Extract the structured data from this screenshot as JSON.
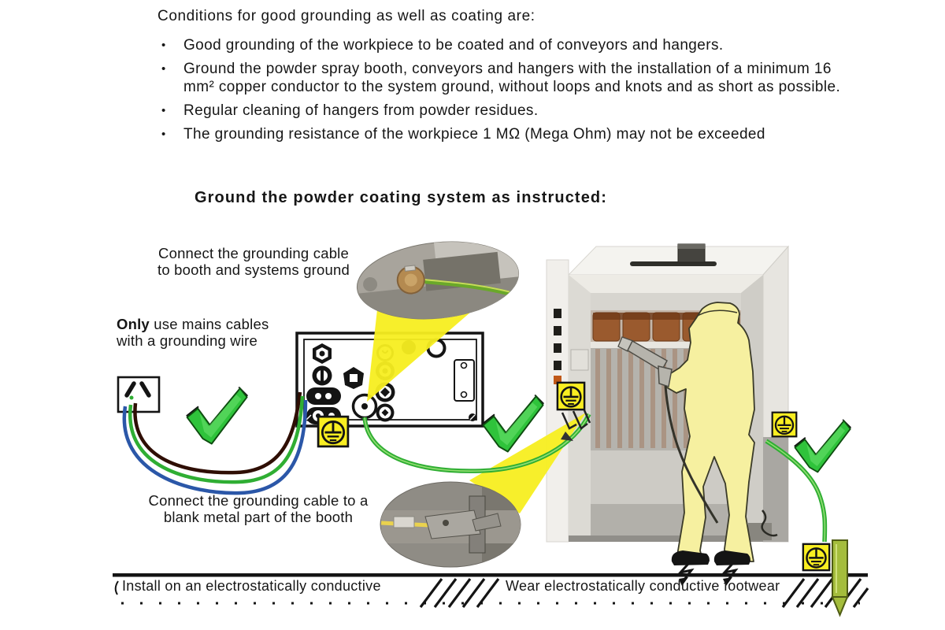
{
  "page": {
    "bullet_char": "•",
    "intro_heading": "Conditions for good grounding as well as coating are:",
    "bullets": [
      "Good grounding of the workpiece to be coated and of conveyors and hangers.",
      "Ground the powder spray booth, conveyors and hangers with the installation of a minimum 16 mm² copper conductor to the system ground, without loops and knots and as short as possible.",
      "Regular cleaning of hangers from powder residues.",
      "The grounding resistance of the workpiece 1 MΩ (Mega Ohm) may not be exceeded"
    ],
    "section_heading": "Ground the powder coating system as instructed:"
  },
  "diagram": {
    "labels": {
      "booth_ground_line1": "Connect the grounding cable",
      "booth_ground_line2": "to booth and systems ground",
      "mains_bold": "Only",
      "mains_rest": " use mains cables",
      "mains_line2": "with a grounding wire",
      "blank_metal_line1": "Connect the grounding cable to a",
      "blank_metal_line2": "blank metal part of the booth"
    },
    "floor": {
      "left_text": "Install on an electrostatically conductive",
      "right_text": "Wear electrostatically conductive footwear"
    },
    "icons": {
      "earth_symbol": "protective-earth-ground-symbol",
      "check": "green-check-mark",
      "outlet": "mains-wall-outlet",
      "ground_rod": "ground-rod",
      "magnifier_cone": "inset-callout-cone"
    },
    "colors": {
      "check_green": "#2fc33b",
      "ground_symbol_yellow": "#f9ee21",
      "cone_yellow": "#f7ee20",
      "cable_green": "#2fae33",
      "cable_blue": "#2b57a8",
      "cable_brown": "#2f0e04",
      "ground_rod_olive": "#a4bd3c",
      "figure_yellow": "#f6f0a0",
      "workpiece_copper": "#9a5a2e"
    }
  }
}
